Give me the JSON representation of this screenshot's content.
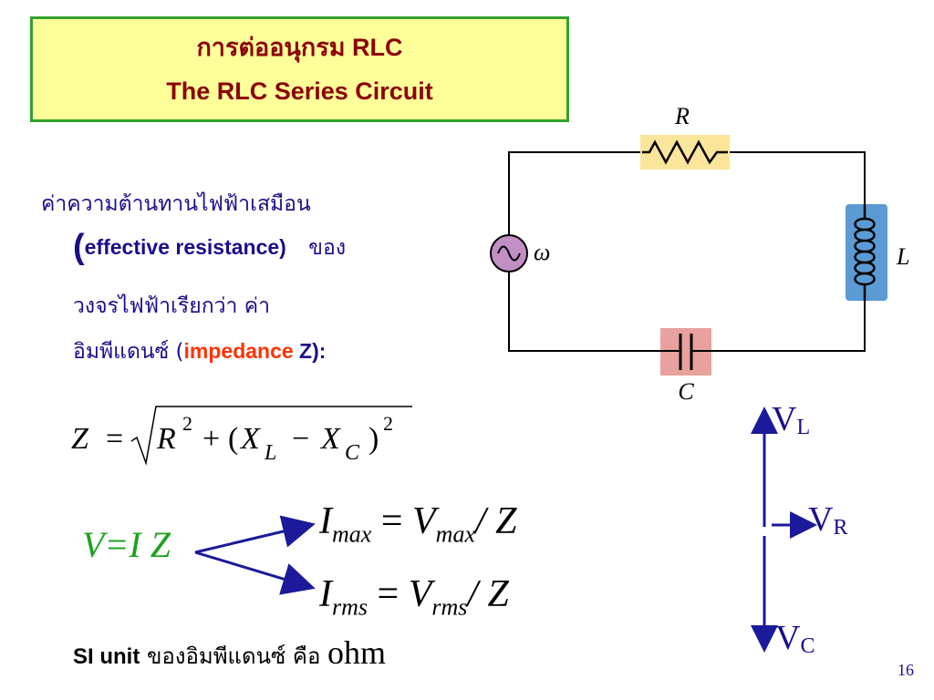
{
  "title": {
    "line1": "การต่ออนุกรม RLC",
    "line2": "The RLC Series Circuit"
  },
  "description": {
    "line1": "ค่าความต้านทานไฟฟ้าเสมือน",
    "line2_paren": "(",
    "line2_en": "effective resistance)",
    "line2_th": "ของ",
    "line3": "วงจรไฟฟ้าเรียกว่า ค่า",
    "line4_th": "อิมพีแดนซ์ (",
    "line4_impedance": "impedance",
    "line4_end": " Z):"
  },
  "circuit": {
    "label_R": "R",
    "label_L": "L",
    "label_C": "C",
    "label_omega": "ω"
  },
  "equations": {
    "impedance": {
      "lhs": "Z",
      "eq": "=",
      "R": "R",
      "pow1": "2",
      "plus": "+",
      "open": "(",
      "XL": "X",
      "subL": "L",
      "minus": "−",
      "XC": "X",
      "subC": "C",
      "close": ")",
      "pow2": "2"
    },
    "ohms": "V=I Z",
    "imax": {
      "I": "I",
      "sub": "max",
      "eq": "=",
      "V": "V",
      "sub2": "max",
      "tail": "/ Z"
    },
    "irms": {
      "I": "I",
      "sub": "rms",
      "eq": "=",
      "V": "V",
      "sub2": "rms",
      "tail": "/ Z"
    }
  },
  "phasor": {
    "VL": {
      "V": "V",
      "sub": "L"
    },
    "VR": {
      "V": "V",
      "sub": "R"
    },
    "VC": {
      "V": "V",
      "sub": "C"
    }
  },
  "si_unit": {
    "bold": "SI unit",
    "thai": " ของอิมพีแดนซ์ คือ ",
    "ohm": "ohm"
  },
  "slide_number": "16",
  "colors": {
    "title_bg": "#ffff99",
    "title_border": "#33a02c",
    "title_text": "#8b0000",
    "body_text": "#1a0e8c",
    "highlight": "#ff3300",
    "green": "#1aa31a",
    "resistor_bg": "#fbe59a",
    "inductor_bg": "#5b9bd5",
    "capacitor_bg": "#e8a19c",
    "source_bg": "#c28fc4"
  }
}
